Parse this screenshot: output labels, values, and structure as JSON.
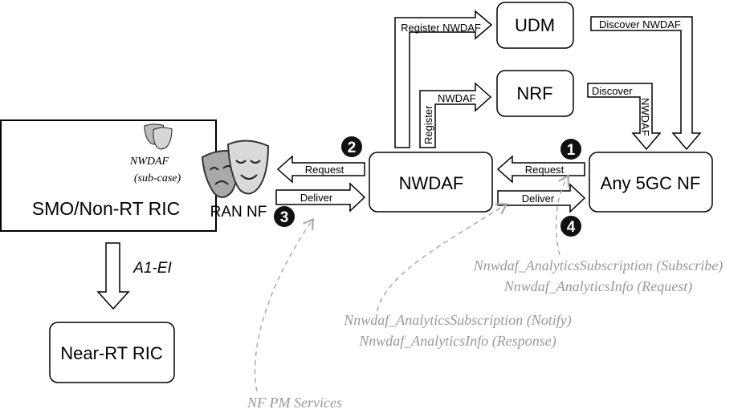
{
  "nodes": {
    "smo": "SMO/Non-RT RIC",
    "nwdaf_sub": "NWDAF",
    "nwdaf_subcase": "(sub-case)",
    "ran_nf": "RAN NF",
    "nwdaf": "NWDAF",
    "udm": "UDM",
    "nrf": "NRF",
    "any5gc": "Any 5GC NF",
    "nearrt": "Near-RT RIC"
  },
  "arrows": {
    "register_nwdaf": "Register NWDAF",
    "register": "Register",
    "nwdaf_small": "NWDAF",
    "discover_nwdaf": "Discover NWDAF",
    "discover": "Discover",
    "nwdaf_vertical": "NWDAF",
    "request_left": "Request",
    "deliver_left": "Deliver",
    "request_right": "Request",
    "deliver_right": "Deliver",
    "a1": "A1-EI"
  },
  "badges": {
    "one": "1",
    "two": "2",
    "three": "3",
    "four": "4"
  },
  "annotations": {
    "subscribe_line1": "Nnwdaf_AnalyticsSubscription (Subscribe)",
    "subscribe_line2": "Nnwdaf_AnalyticsInfo (Request)",
    "notify_line1": "Nnwdaf_AnalyticsSubscription (Notify)",
    "notify_line2": "Nnwdaf_AnalyticsInfo (Response)",
    "pm_services": "NF PM Services"
  },
  "colors": {
    "annotation": "#999999",
    "stroke": "#000000",
    "badge": "#111111"
  },
  "icons": [
    "theatre-masks-icon"
  ]
}
